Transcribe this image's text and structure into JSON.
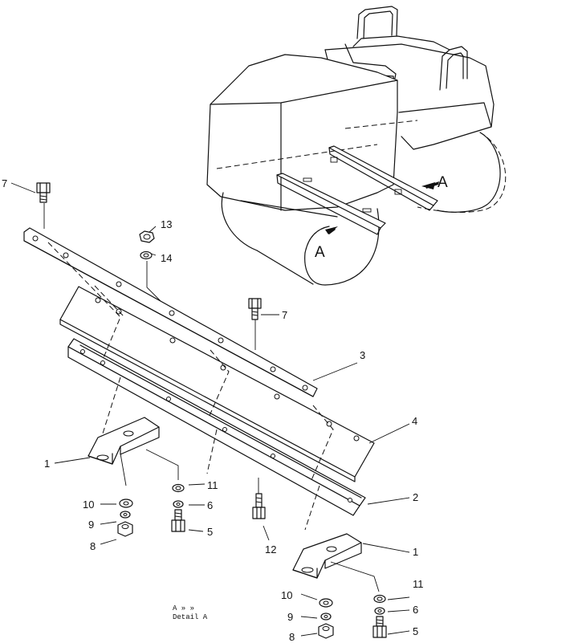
{
  "view_labels": {
    "view_a_1": "A",
    "view_a_2": "A"
  },
  "caption": {
    "line1": "A  » »",
    "line2": "Detail A"
  },
  "callouts": {
    "c7a": "7",
    "c13": "13",
    "c14": "14",
    "c7b": "7",
    "c3": "3",
    "c4": "4",
    "c2": "2",
    "c1a": "1",
    "c11a": "11",
    "c10a": "10",
    "c6a": "6",
    "c9a": "9",
    "c5a": "5",
    "c8a": "8",
    "c12": "12",
    "c1b": "1",
    "c11b": "11",
    "c10b": "10",
    "c6b": "6",
    "c9b": "9",
    "c5b": "5",
    "c8b": "8"
  }
}
